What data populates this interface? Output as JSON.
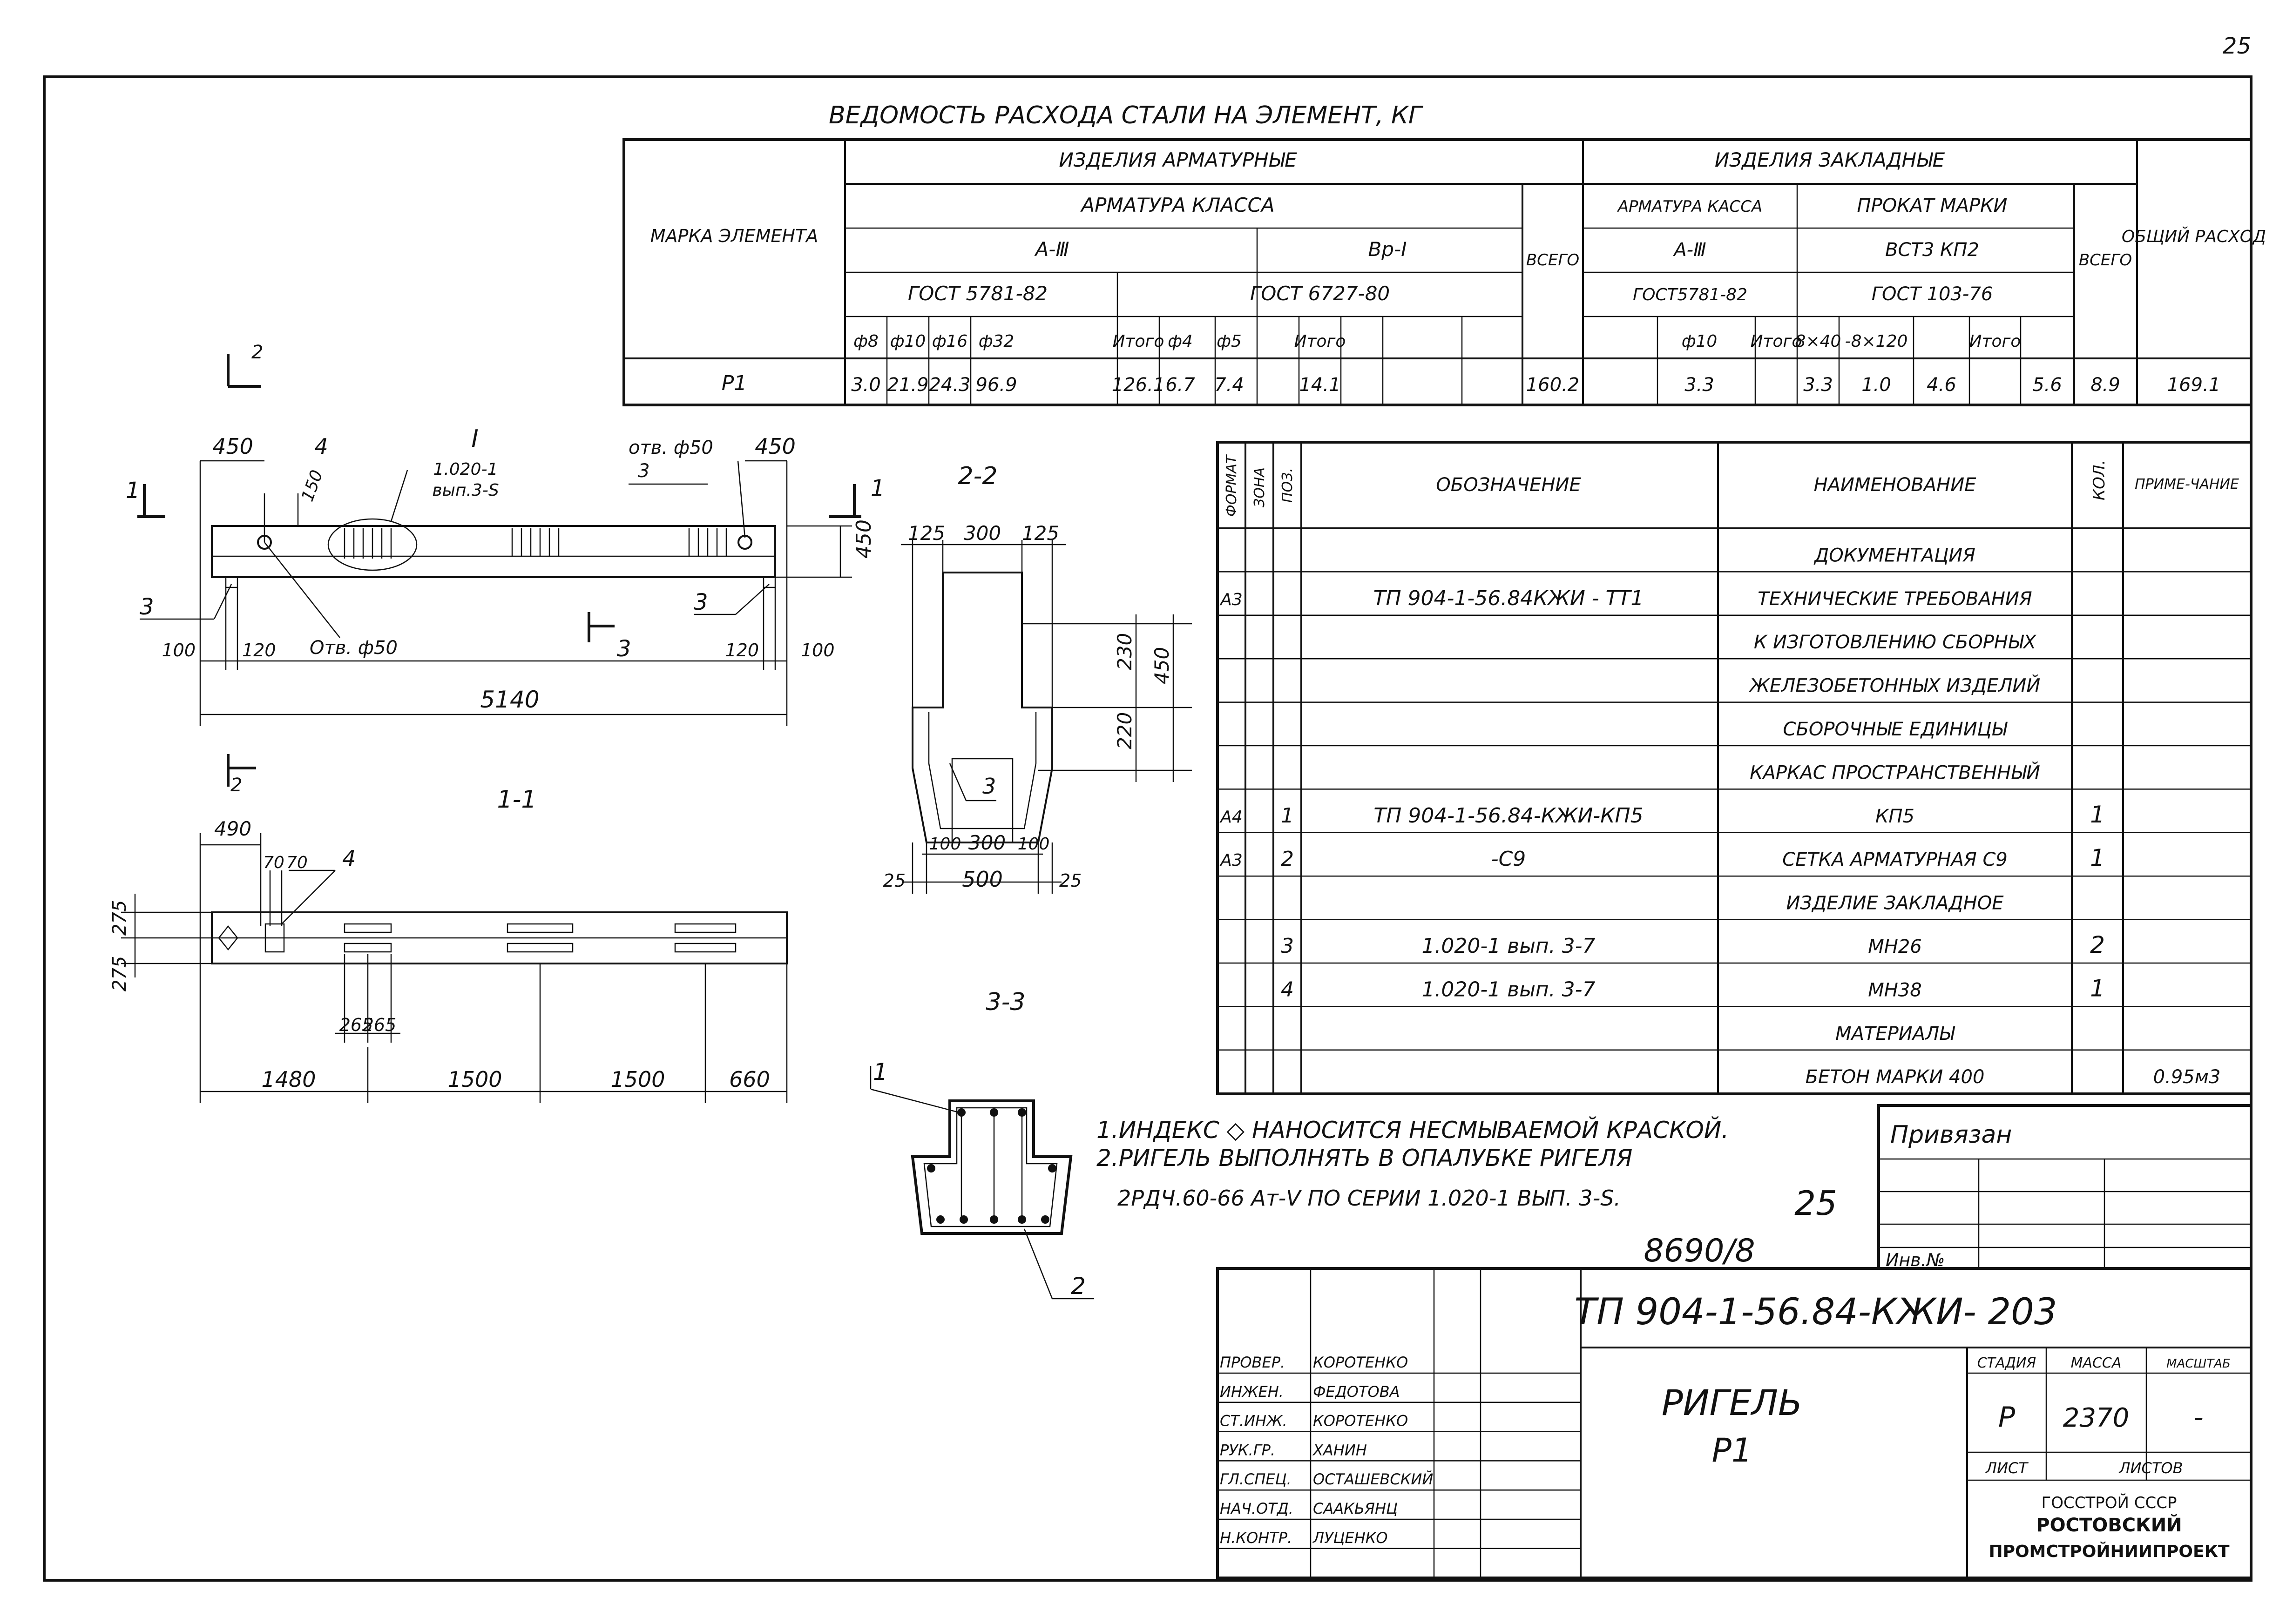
{
  "page_number": "25",
  "steel": {
    "title": "ВЕДОМОСТЬ РАСХОДА СТАЛИ НА ЭЛЕМЕНТ, КГ",
    "mark_col": "МАРКА ЭЛЕМЕНТА",
    "arm_products": "ИЗДЕЛИЯ АРМАТУРНЫЕ",
    "arm_class": "АРМАТУРА КЛАССА",
    "a3": "А-Ⅲ",
    "bp1": "Вр-Ⅰ",
    "gost_a3": "ГОСТ 5781-82",
    "gost_bp": "ГОСТ 6727-80",
    "vsego": "ВСЕГО",
    "embed": "ИЗДЕЛИЯ ЗАКЛАДНЫЕ",
    "arm_kass": "АРМАТУРА КАССА",
    "a3b": "А-Ⅲ",
    "gost_a3b": "ГОСТ5781-82",
    "prokat": "ПРОКАТ МАРКИ",
    "vst": "ВСТ3 КП2",
    "gost_prokat": "ГОСТ 103-76",
    "vsego2": "ВСЕГО",
    "total": "ОБЩИЙ РАСХОД",
    "sub_headers": [
      "ф8",
      "ф10",
      "ф16",
      "ф32",
      "",
      "Итого",
      "ф4",
      "ф5",
      "",
      "Итого",
      "ф10",
      "Итого",
      "8×40",
      "-8×120",
      "",
      "Итого"
    ],
    "row": {
      "mark": "Р1",
      "values": [
        "3.0",
        "21.9",
        "24.3",
        "96.9",
        "",
        "126.1",
        "6.7",
        "7.4",
        "",
        "14.1",
        "160.2",
        "3.3",
        "",
        "3.3",
        "1.0",
        "4.6",
        "",
        "5.6",
        "8.9",
        "169.1"
      ]
    }
  },
  "spec": {
    "headers": {
      "format": "ФОРМАТ",
      "zone": "ЗОНА",
      "pos": "ПОЗ.",
      "designation": "ОБОЗНАЧЕНИЕ",
      "name": "НАИМЕНОВАНИЕ",
      "qty": "КОЛ.",
      "note": "ПРИМЕ-ЧАНИЕ"
    },
    "rows": [
      {
        "format": "",
        "pos": "",
        "designation": "",
        "name": "ДОКУМЕНТАЦИЯ",
        "qty": "",
        "note": ""
      },
      {
        "format": "А3",
        "pos": "",
        "designation": "ТП 904-1-56.84КЖИ - ТТ1",
        "name": "ТЕХНИЧЕСКИЕ ТРЕБОВАНИЯ",
        "qty": "",
        "note": ""
      },
      {
        "format": "",
        "pos": "",
        "designation": "",
        "name": "К ИЗГОТОВЛЕНИЮ СБОРНЫХ",
        "qty": "",
        "note": ""
      },
      {
        "format": "",
        "pos": "",
        "designation": "",
        "name": "ЖЕЛЕЗОБЕТОННЫХ ИЗДЕЛИЙ",
        "qty": "",
        "note": ""
      },
      {
        "format": "",
        "pos": "",
        "designation": "",
        "name": "СБОРОЧНЫЕ ЕДИНИЦЫ",
        "qty": "",
        "note": ""
      },
      {
        "format": "",
        "pos": "",
        "designation": "",
        "name": "КАРКАС ПРОСТРАНСТВЕННЫЙ",
        "qty": "",
        "note": ""
      },
      {
        "format": "А4",
        "pos": "1",
        "designation": "ТП 904-1-56.84-КЖИ-КП5",
        "name": "КП5",
        "qty": "1",
        "note": ""
      },
      {
        "format": "А3",
        "pos": "2",
        "designation": "-С9",
        "name": "СЕТКА АРМАТУРНАЯ С9",
        "qty": "1",
        "note": ""
      },
      {
        "format": "",
        "pos": "",
        "designation": "",
        "name": "ИЗДЕЛИЕ ЗАКЛАДНОЕ",
        "qty": "",
        "note": ""
      },
      {
        "format": "",
        "pos": "3",
        "designation": "1.020-1 вып. 3-7",
        "name": "МН26",
        "qty": "2",
        "note": ""
      },
      {
        "format": "",
        "pos": "4",
        "designation": "1.020-1 вып. 3-7",
        "name": "МН38",
        "qty": "1",
        "note": ""
      },
      {
        "format": "",
        "pos": "",
        "designation": "",
        "name": "МАТЕРИАЛЫ",
        "qty": "",
        "note": ""
      },
      {
        "format": "",
        "pos": "",
        "designation": "",
        "name": "БЕТОН МАРКИ 400",
        "qty": "",
        "note": "0.95м3"
      }
    ]
  },
  "elevation": {
    "d450a": "450",
    "d450b": "450",
    "d4": "4",
    "dI": "Ⅰ",
    "d020": "1.020-1",
    "d020b": "вып.3-S",
    "hole1": "отв. ф50",
    "hole2": "Отв. ф50",
    "d150": "150",
    "d450v": "450",
    "d3a": "3",
    "d3b": "3",
    "d100a": "100",
    "d120a": "120",
    "d120b": "120",
    "d100b": "100",
    "total": "5140",
    "sec_mark": "1",
    "sec2": "2",
    "sec3": "3"
  },
  "plan": {
    "title": "1-1",
    "d490": "490",
    "d70a": "70",
    "d70b": "70",
    "d4": "4",
    "d275a": "275",
    "d275b": "275",
    "d265a": "265",
    "d265b": "265",
    "d1480": "1480",
    "d1500a": "1500",
    "d1500b": "1500",
    "d660": "660"
  },
  "section22": {
    "title": "2-2",
    "d125a": "125",
    "d300": "300",
    "d125b": "125",
    "d230": "230",
    "d220": "220",
    "d450": "450",
    "d3": "3",
    "d100a": "100",
    "d300b": "300",
    "d100b": "100",
    "d25a": "25",
    "d500": "500",
    "d25b": "25"
  },
  "section33": {
    "title": "3-3",
    "lbl1": "1",
    "lbl2": "2"
  },
  "notes": {
    "line1": "1.ИНДЕКС ◇ НАНОСИТСЯ НЕСМЫВАЕМОЙ КРАСКОЙ.",
    "line2": "2.РИГЕЛЬ ВЫПОЛНЯТЬ В ОПАЛУБКЕ РИГЕЛЯ",
    "line3": "2РДЧ.60-66 Ат-Ⅴ ПО СЕРИИ 1.020-1 ВЫП. 3-S.",
    "hand1": "25",
    "hand2": "8690/8"
  },
  "privyazan": {
    "title": "Привязан",
    "inv": "Инв.№"
  },
  "stamp": {
    "code": "ТП 904-1-56.84-КЖИ- 203",
    "name1": "РИГЕЛЬ",
    "name2": "Р1",
    "stage_h": "СТАДИЯ",
    "mass_h": "МАССА",
    "scale_h": "МАСШТАБ",
    "stage": "Р",
    "mass": "2370",
    "scale": "-",
    "sheet": "ЛИСТ",
    "sheets": "ЛИСТОВ",
    "org1": "ГОССТРОЙ СССР",
    "org2": "РОСТОВСКИЙ",
    "org3": "ПРОМСТРОЙНИИПРОЕКТ",
    "roles": [
      "ПРОВЕР.",
      "ИНЖЕН.",
      "СТ.ИНЖ.",
      "РУК.ГР.",
      "ГЛ.СПЕЦ.",
      "НАЧ.ОТД.",
      "Н.КОНТР."
    ],
    "people": [
      "КОРОТЕНКО",
      "ФЕДОТОВА",
      "КОРОТЕНКО",
      "ХАНИН",
      "ОСТАШЕВСКИЙ",
      "СААКЬЯНЦ",
      "ЛУЦЕНКО"
    ]
  }
}
